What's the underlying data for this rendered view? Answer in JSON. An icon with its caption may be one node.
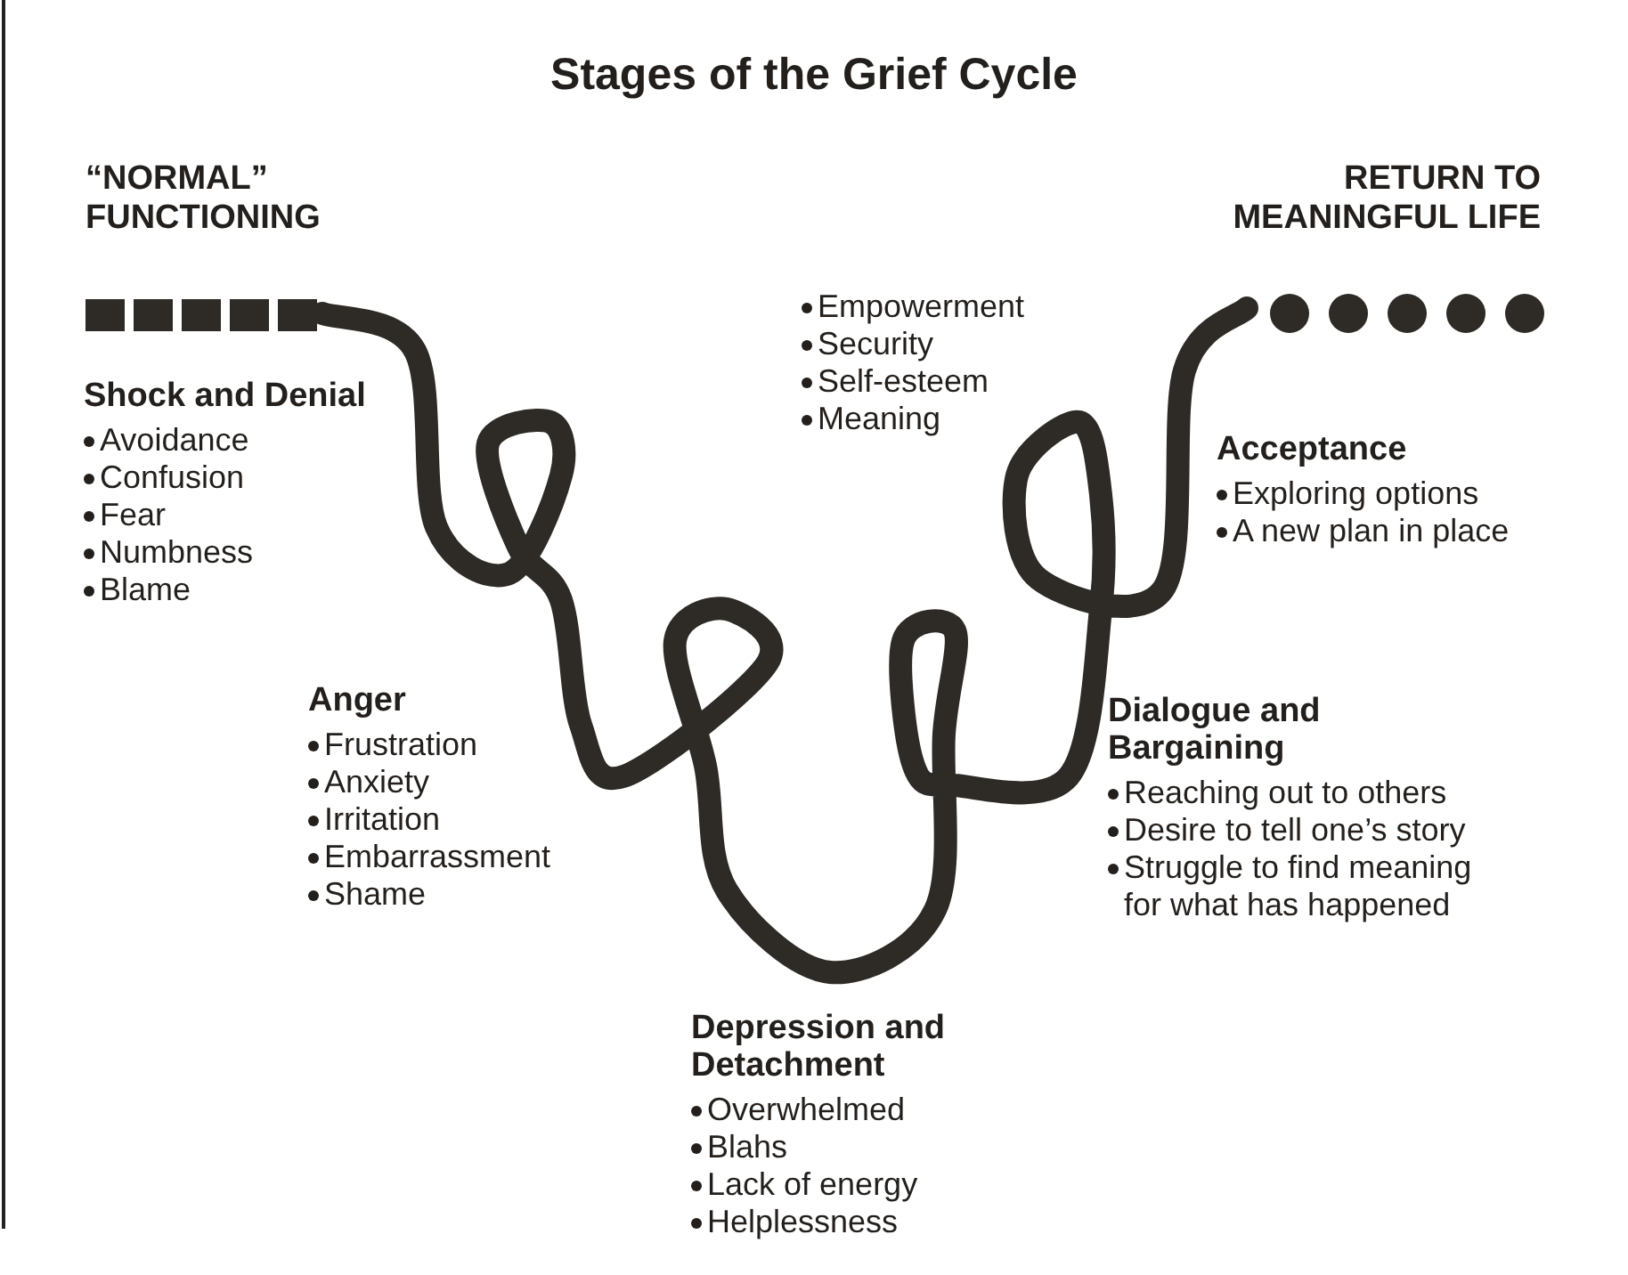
{
  "diagram": {
    "title": "Stages of the Grief Cycle",
    "labels": [
      "“NORMAL” FUNCTIONING",
      "RETURN TO MEANINGFUL LIFE",
      "Empowerment",
      "Security",
      "Self-esteem",
      "Meaning",
      "Shock and Denial",
      "Avoidance",
      "Confusion",
      "Fear",
      "Numbness",
      "Blame",
      "Acceptance",
      "Exploring options",
      "A new plan in place",
      "Anger",
      "Frustration",
      "Anxiety",
      "Irritation",
      "Embarrassment",
      "Shame",
      "Dialogue and Bargaining",
      "Reaching out to others",
      "Desire to tell one’s story",
      "Struggle to find meaning for what has happened",
      "Depression and Detachment",
      "Overwhelmed",
      "Blahs",
      "Lack of energy",
      "Helplessness"
    ]
  }
}
